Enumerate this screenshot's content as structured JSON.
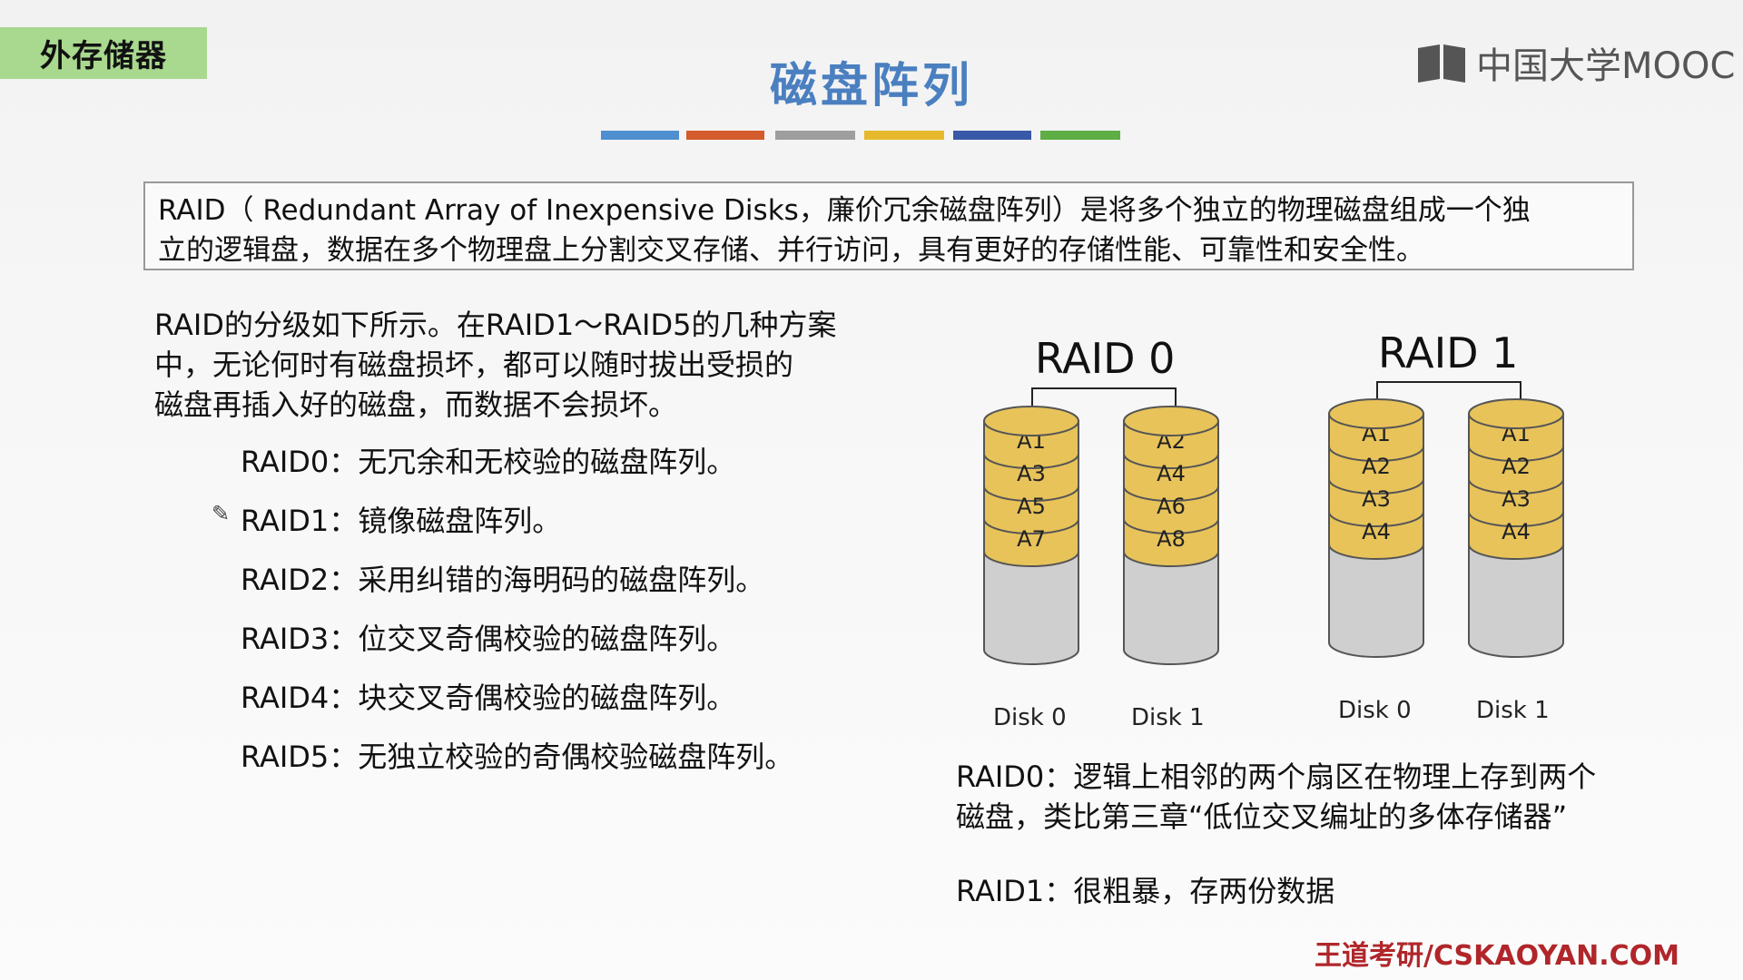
{
  "header": {
    "section": "外存储器",
    "title": "磁盘阵列",
    "logo_text": "中国大学MOOC",
    "accent_colors": [
      "#4f8fd0",
      "#d45b2b",
      "#9e9e9e",
      "#e6b92c",
      "#3858a8",
      "#5fae45"
    ]
  },
  "definition": {
    "line1": "RAID（ Redundant Array of Inexpensive Disks，廉价冗余磁盘阵列）是将多个独立的物理磁盘组成一个独",
    "line2": "立的逻辑盘，数据在多个物理盘上分割交叉存储、并行访问，具有更好的存储性能、可靠性和安全性。"
  },
  "intro": {
    "line1": "RAID的分级如下所示。在RAID1～RAID5的几种方案",
    "line2": "中，无论何时有磁盘损坏，都可以随时拔出受损的",
    "line3": "磁盘再插入好的磁盘，而数据不会损坏。"
  },
  "levels": [
    "RAID0：无冗余和无校验的磁盘阵列。",
    "RAID1：镜像磁盘阵列。",
    "RAID2：采用纠错的海明码的磁盘阵列。",
    "RAID3：位交叉奇偶校验的磁盘阵列。",
    "RAID4：块交叉奇偶校验的磁盘阵列。",
    "RAID5：无独立校验的奇偶校验磁盘阵列。"
  ],
  "diagram": {
    "raid0": {
      "label": "RAID 0",
      "disks": [
        {
          "name": "Disk 0",
          "blocks": [
            "A1",
            "A3",
            "A5",
            "A7"
          ]
        },
        {
          "name": "Disk 1",
          "blocks": [
            "A2",
            "A4",
            "A6",
            "A8"
          ]
        }
      ]
    },
    "raid1": {
      "label": "RAID 1",
      "disks": [
        {
          "name": "Disk 0",
          "blocks": [
            "A1",
            "A2",
            "A3",
            "A4"
          ]
        },
        {
          "name": "Disk 1",
          "blocks": [
            "A1",
            "A2",
            "A3",
            "A4"
          ]
        }
      ]
    },
    "block_color": "#e8c35a",
    "empty_color": "#cfcfcf"
  },
  "notes": {
    "raid0_line1": "RAID0：逻辑上相邻的两个扇区在物理上存到两个",
    "raid0_line2": "磁盘，类比第三章“低位交叉编址的多体存储器”",
    "raid1": "RAID1：很粗暴，存两份数据"
  },
  "footer": "王道考研/CSKAOYAN.COM"
}
